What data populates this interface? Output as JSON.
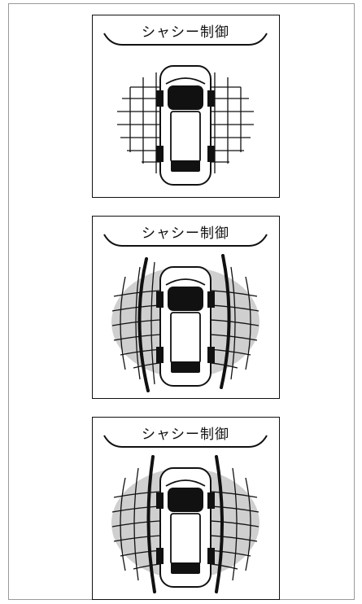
{
  "panels": [
    {
      "title": "シャシー制御",
      "state": "grid",
      "shaded": false,
      "side_bars": false
    },
    {
      "title": "シャシー制御",
      "state": "curved-grid",
      "shaded": true,
      "side_bars": true
    },
    {
      "title": "シャシー制御",
      "state": "curved-grid-narrow",
      "shaded": true,
      "side_bars": true
    }
  ],
  "colors": {
    "line": "#111111",
    "shade": "#cfcfcf",
    "frame": "#9a9a9a"
  }
}
